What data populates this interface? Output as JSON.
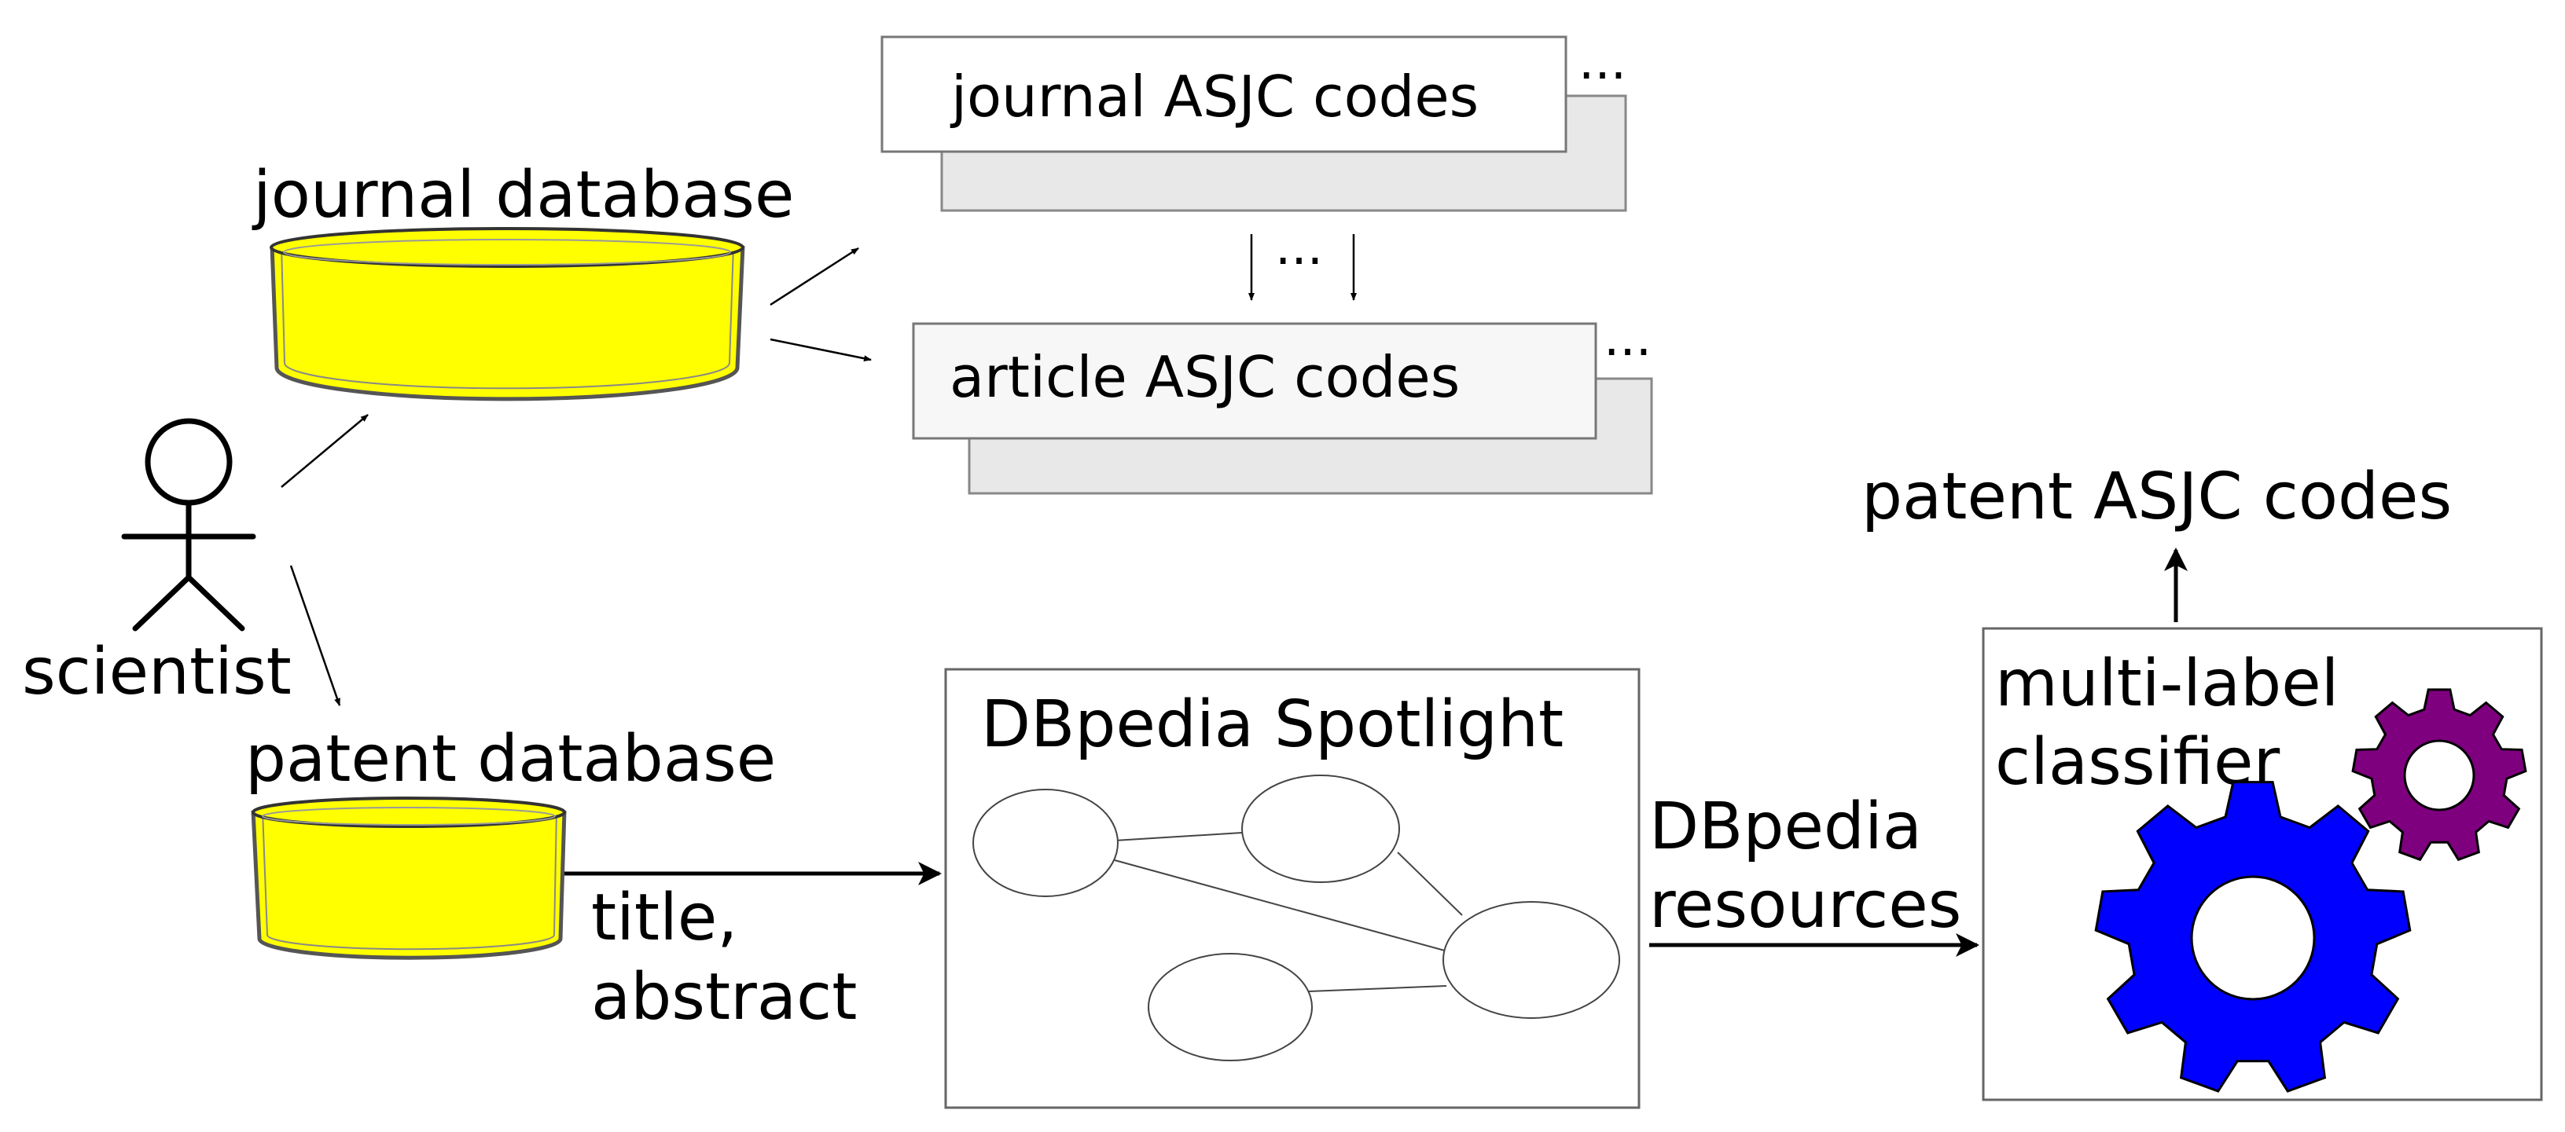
{
  "labels": {
    "journal_db": "journal database",
    "patent_db": "patent database",
    "scientist": "scientist",
    "journal_codes": "journal ASJC codes",
    "article_codes": "article ASJC codes",
    "ellipsis": "...",
    "dbpedia_spotlight": "DBpedia Spotlight",
    "title": "title,",
    "abstract": "abstract",
    "dbpedia": "DBpedia",
    "resources": "resources",
    "patent_codes": "patent ASJC codes",
    "multi_label": "multi-label",
    "classifier": "classifier"
  },
  "colors": {
    "database_fill": "#ffff00",
    "box_fill_front": "#f7f7f7",
    "box_fill_back": "#e8e8e8",
    "gear_large": "#0000ff",
    "gear_small": "#7f007f"
  },
  "icons": [
    "stick-figure-icon",
    "database-icon",
    "gear-icon"
  ]
}
